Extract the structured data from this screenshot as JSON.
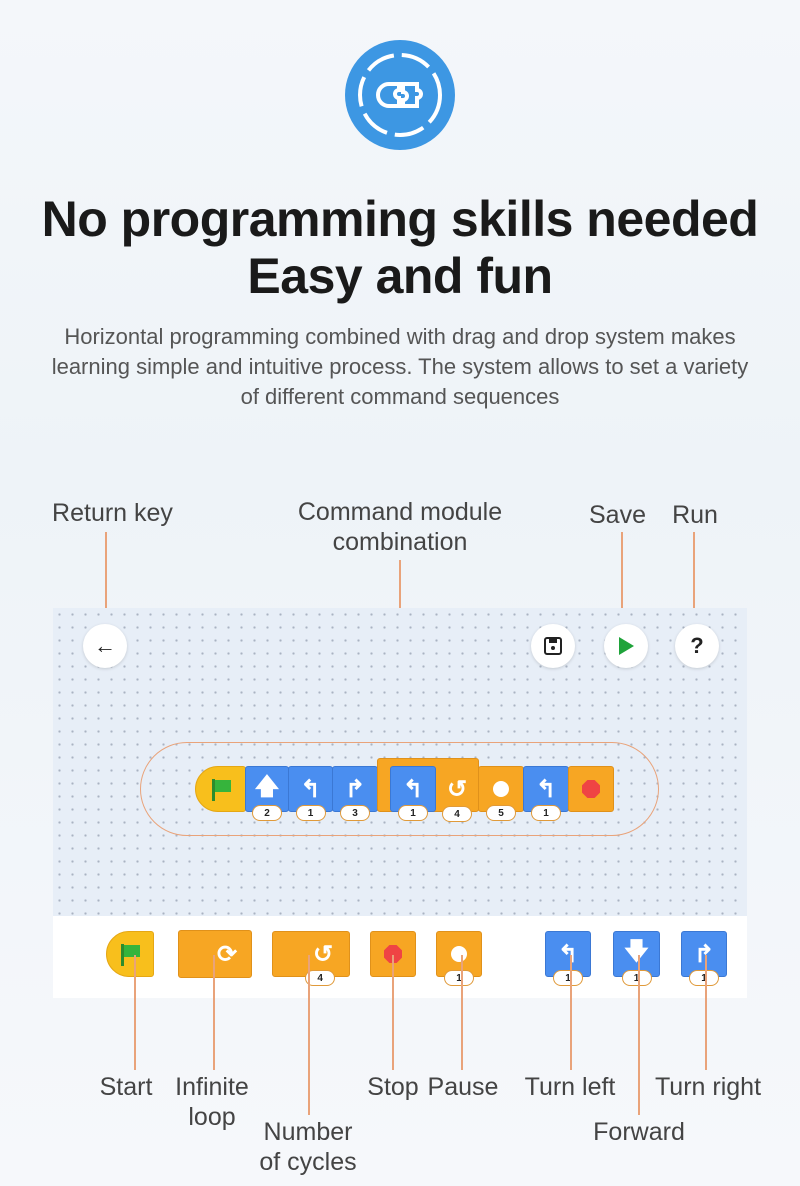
{
  "header": {
    "title_line1": "No programming skills needed",
    "title_line2": "Easy and fun",
    "description": [
      "Horizontal programming combined with drag and drop system makes",
      "learning simple and intuitive process. The system allows to set a variety",
      "of different command sequences"
    ]
  },
  "callouts": {
    "return_key": "Return key",
    "command_module": [
      "Command module",
      "combination"
    ],
    "save": "Save",
    "run": "Run"
  },
  "app": {
    "help_label": "?",
    "sequence": [
      {
        "type": "start",
        "icon": "flag-icon"
      },
      {
        "type": "forward",
        "icon": "arrow-up-icon",
        "value": "2"
      },
      {
        "type": "turn-left",
        "icon": "turn-left-icon",
        "value": "1"
      },
      {
        "type": "turn-right",
        "icon": "turn-right-icon",
        "value": "3"
      },
      {
        "type": "turn-left",
        "icon": "turn-left-icon",
        "value": "1"
      },
      {
        "type": "loop",
        "icon": "loop-icon",
        "value": "4"
      },
      {
        "type": "pause",
        "icon": "timer-icon",
        "value": "5"
      },
      {
        "type": "turn-left",
        "icon": "turn-left-icon",
        "value": "1"
      },
      {
        "type": "stop",
        "icon": "stop-icon"
      }
    ],
    "palette_values": {
      "cycles": "4",
      "pause": "1",
      "turn_left": "1",
      "forward": "1",
      "turn_right": "1"
    }
  },
  "palette_labels": {
    "start": "Start",
    "infinite_loop": [
      "Infinite",
      "loop"
    ],
    "cycles": [
      "Number",
      "of cycles"
    ],
    "stop": "Stop",
    "pause": "Pause",
    "turn_left": "Turn left",
    "forward": "Forward",
    "turn_right": "Turn right"
  },
  "colors": {
    "blue": "#4a8ef0",
    "orange": "#f7a623",
    "yellow": "#f8bf1c",
    "accent_line": "#e9a37a",
    "logo": "#3d97e3"
  }
}
